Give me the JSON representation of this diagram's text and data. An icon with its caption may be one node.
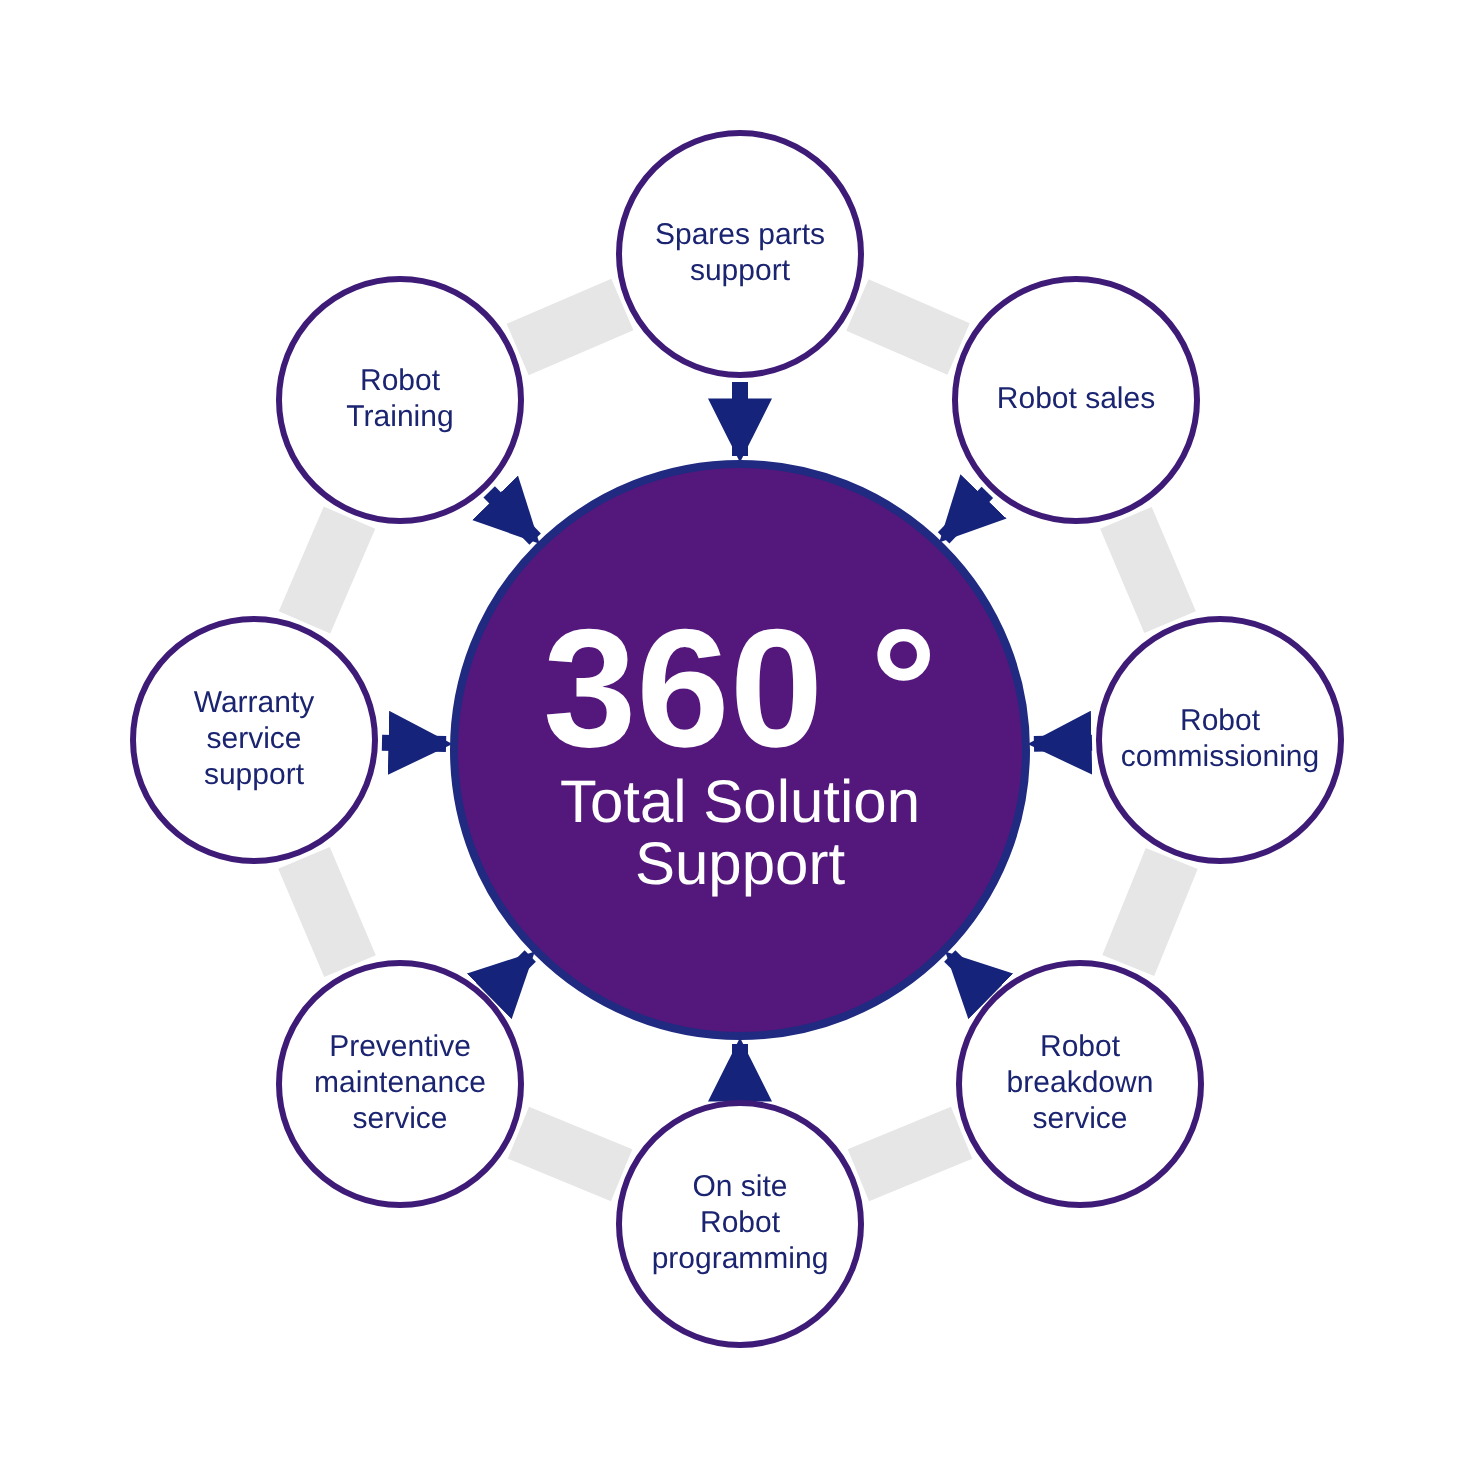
{
  "diagram": {
    "nodes": [
      {
        "text": [
          "360 °",
          "Total Solution Support"
        ]
      },
      {
        "text": [
          "Spares parts support"
        ]
      },
      {
        "text": [
          "Robot sales"
        ]
      },
      {
        "text": [
          "Robot commissioning"
        ]
      },
      {
        "text": [
          "Robot breakdown service"
        ]
      },
      {
        "text": [
          "On site Robot programming"
        ]
      },
      {
        "text": [
          "Preventive maintenance service"
        ]
      },
      {
        "text": [
          "Warranty service support"
        ]
      },
      {
        "text": [
          "Robot Training"
        ]
      }
    ],
    "edges": [
      {
        "from": 1,
        "to": 0,
        "arrow": "to"
      },
      {
        "from": 2,
        "to": 0,
        "arrow": "to"
      },
      {
        "from": 3,
        "to": 0,
        "arrow": "to"
      },
      {
        "from": 4,
        "to": 0,
        "arrow": "to"
      },
      {
        "from": 5,
        "to": 0,
        "arrow": "to"
      },
      {
        "from": 6,
        "to": 0,
        "arrow": "to"
      },
      {
        "from": 7,
        "to": 0,
        "arrow": "to"
      },
      {
        "from": 8,
        "to": 0,
        "arrow": "to"
      },
      {
        "from": 1,
        "to": 2,
        "arrow": "none",
        "style": "thick",
        "color": "#e6e6e6"
      },
      {
        "from": 2,
        "to": 3,
        "arrow": "none",
        "style": "thick",
        "color": "#e6e6e6"
      },
      {
        "from": 3,
        "to": 4,
        "arrow": "none",
        "style": "thick",
        "color": "#e6e6e6"
      },
      {
        "from": 4,
        "to": 5,
        "arrow": "none",
        "style": "thick",
        "color": "#e6e6e6"
      },
      {
        "from": 5,
        "to": 6,
        "arrow": "none",
        "style": "thick",
        "color": "#e6e6e6"
      },
      {
        "from": 6,
        "to": 7,
        "arrow": "none",
        "style": "thick",
        "color": "#e6e6e6"
      },
      {
        "from": 7,
        "to": 8,
        "arrow": "none",
        "style": "thick",
        "color": "#e6e6e6"
      },
      {
        "from": 8,
        "to": 1,
        "arrow": "none",
        "style": "thick",
        "color": "#e6e6e6"
      }
    ]
  }
}
